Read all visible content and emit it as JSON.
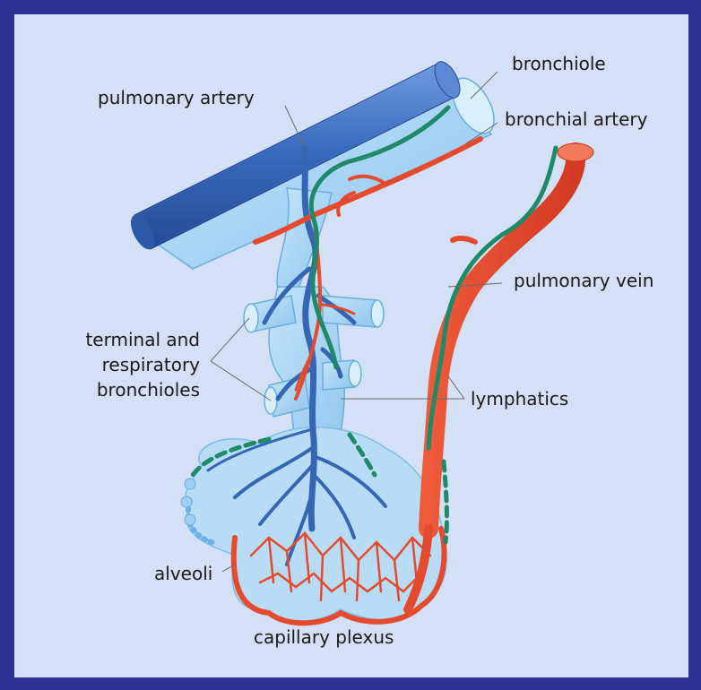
{
  "diagram": {
    "labels": {
      "bronchiole": "bronchiole",
      "pulmonary_artery": "pulmonary artery",
      "bronchial_artery": "bronchial artery",
      "pulmonary_vein": "pulmonary vein",
      "terminal_line1": "terminal and",
      "terminal_line2": "respiratory",
      "terminal_line3": "bronchioles",
      "lymphatics": "lymphatics",
      "alveoli": "alveoli",
      "capillary_plexus": "capillary plexus"
    },
    "colors": {
      "frame_border": "#2e3192",
      "background": "#d3e0f5",
      "airway": "#a9d4f2",
      "artery_blue": "#3566b4",
      "bronchial_red": "#e64a2e",
      "lymph_green": "#1f8a6a"
    }
  }
}
